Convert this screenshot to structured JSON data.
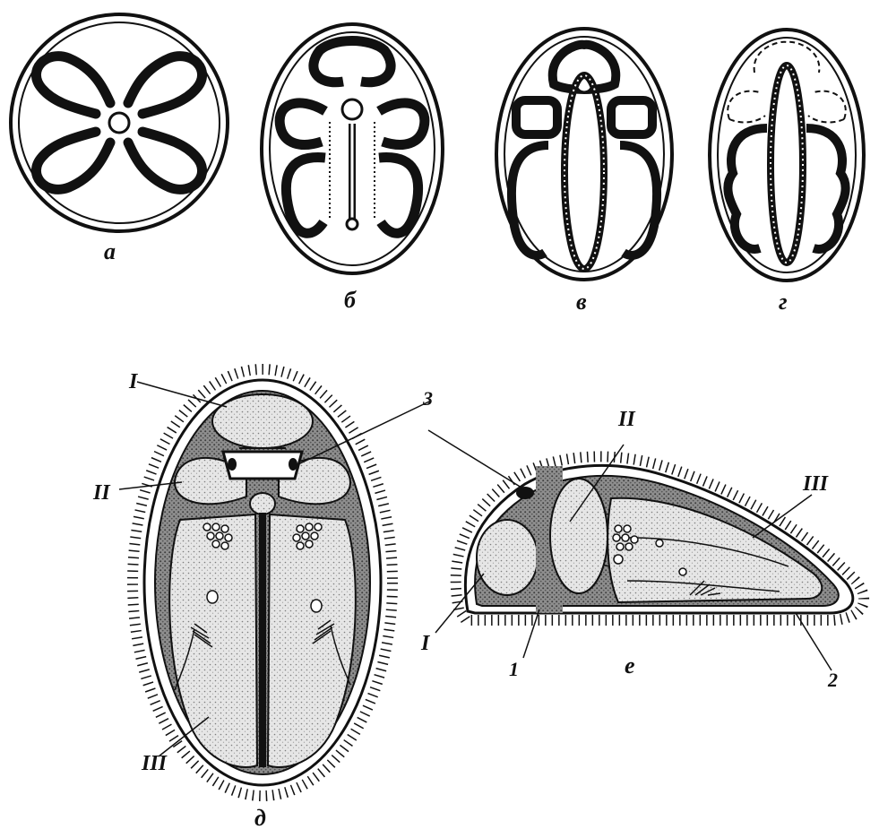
{
  "figure": {
    "panels": [
      {
        "key": "a",
        "label": "а"
      },
      {
        "key": "b",
        "label": "б"
      },
      {
        "key": "v",
        "label": "в"
      },
      {
        "key": "g",
        "label": "г"
      },
      {
        "key": "d",
        "label": "д"
      },
      {
        "key": "e",
        "label": "е"
      }
    ],
    "part_labels": {
      "I": "I",
      "II": "II",
      "III": "III",
      "n1": "1",
      "n2": "2",
      "n3": "3"
    },
    "colors": {
      "ink": "#111111",
      "dark_fill": "#7a7a7a",
      "light_fill": "#d8d8d8",
      "background": "#ffffff"
    }
  }
}
